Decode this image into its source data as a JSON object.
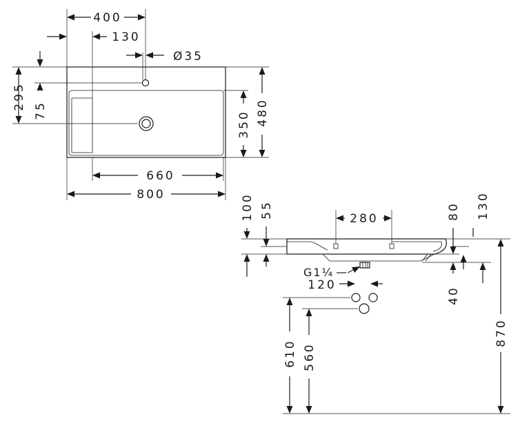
{
  "top_view": {
    "dim_400": "400",
    "dim_130": "130",
    "dim_d35": "Ø35",
    "dim_295": "295",
    "dim_75": "75",
    "dim_350": "350",
    "dim_480": "480",
    "dim_660": "660",
    "dim_800": "800"
  },
  "side_view": {
    "dim_100": "100",
    "dim_55": "55",
    "dim_280": "280",
    "dim_80": "80",
    "dim_130": "130",
    "dim_g114": "G1¼",
    "dim_120": "120",
    "dim_40": "40",
    "dim_610": "610",
    "dim_560": "560",
    "dim_870": "870"
  }
}
